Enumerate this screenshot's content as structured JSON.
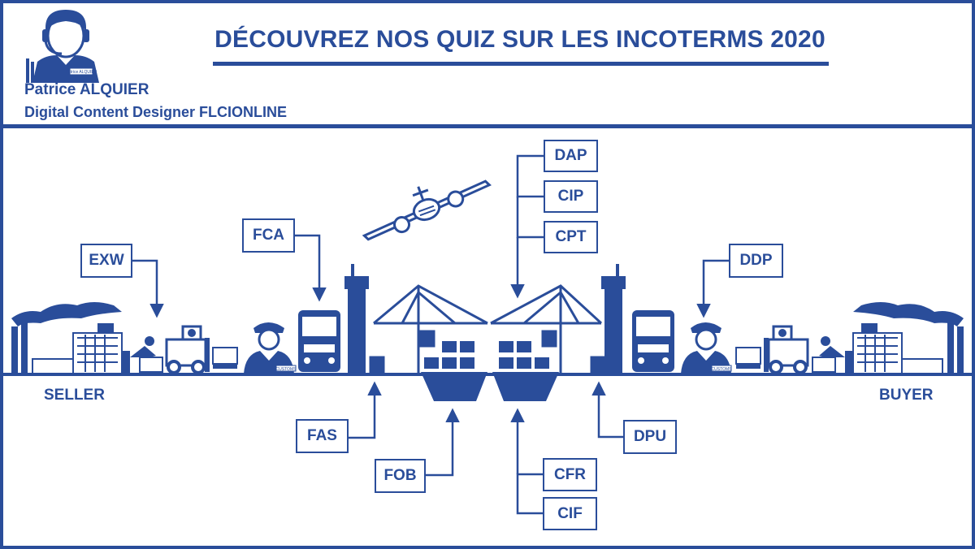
{
  "header": {
    "title": "DÉCOUVREZ NOS QUIZ SUR LES INCOTERMS 2020",
    "author_name": "Patrice ALQUIER",
    "author_role": "Digital Content Designer  FLCIONLINE",
    "badge_text": "Patrice ALQUIER"
  },
  "ends": {
    "seller": "SELLER",
    "buyer": "BUYER"
  },
  "incoterms": {
    "exw": "EXW",
    "fca": "FCA",
    "fas": "FAS",
    "fob": "FOB",
    "cfr": "CFR",
    "cif": "CIF",
    "cpt": "CPT",
    "cip": "CIP",
    "dap": "DAP",
    "dpu": "DPU",
    "ddp": "DDP"
  },
  "customs_label": "CUSTOMS",
  "colors": {
    "primary": "#2a4d9a",
    "background": "#ffffff"
  }
}
